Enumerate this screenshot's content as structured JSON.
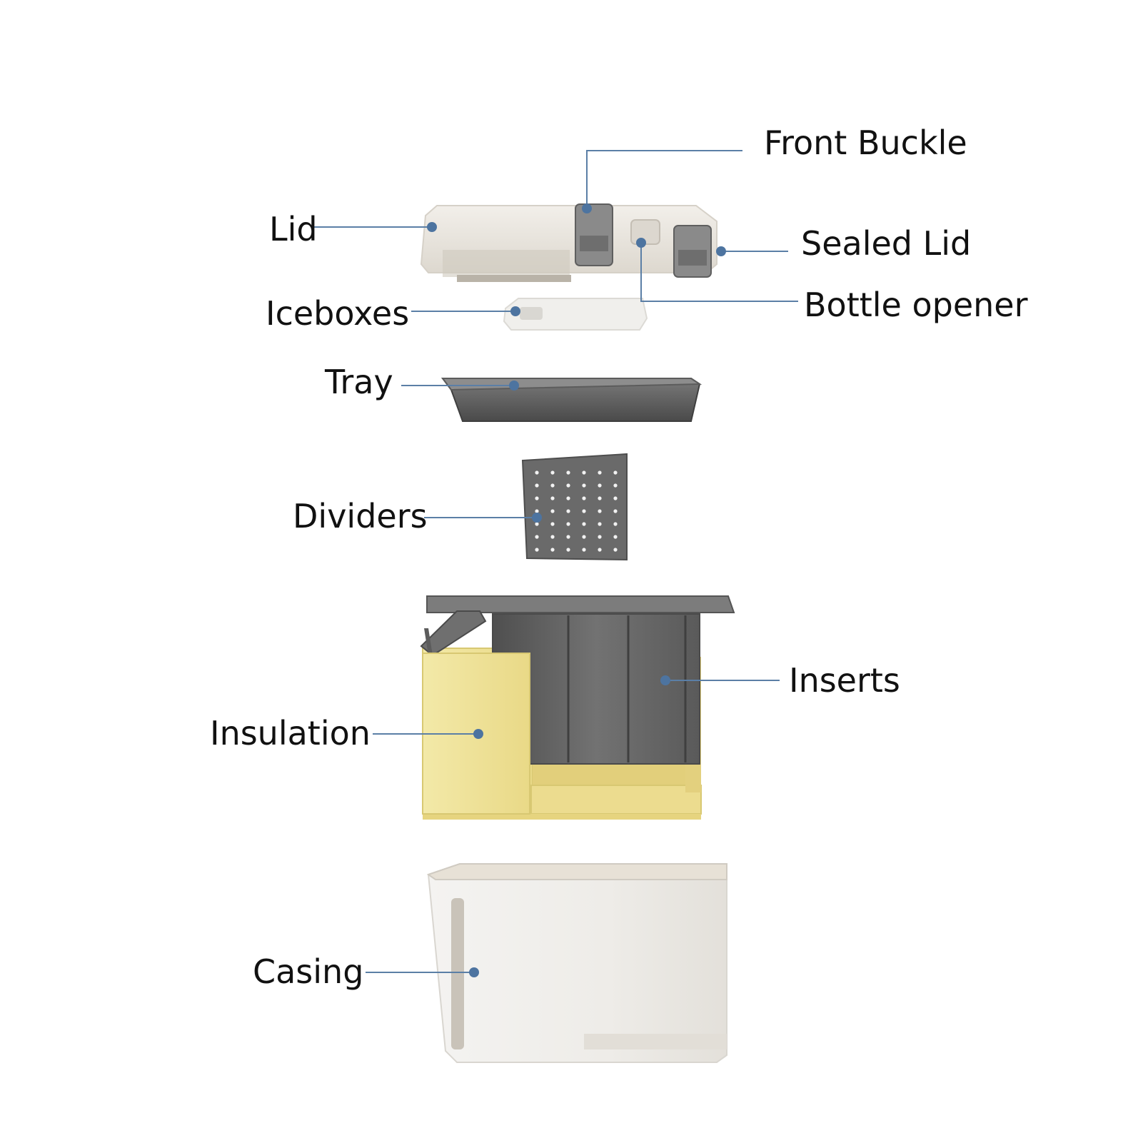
{
  "colors": {
    "leader": "#5b7fa6",
    "dot": "#4d74a0",
    "text": "#111111",
    "background": "#ffffff",
    "lid": "#ebe7e1",
    "insert_gray": "#6b6b6b",
    "insulation": "#efe39c",
    "casing": "#f1f0ee"
  },
  "labels": {
    "front_buckle": "Front Buckle",
    "lid": "Lid",
    "sealed_lid": "Sealed Lid",
    "bottle_opener": "Bottle opener",
    "iceboxes": "Iceboxes",
    "tray": "Tray",
    "dividers": "Dividers",
    "inserts": "Inserts",
    "insulation": "Insulation",
    "casing": "Casing"
  }
}
